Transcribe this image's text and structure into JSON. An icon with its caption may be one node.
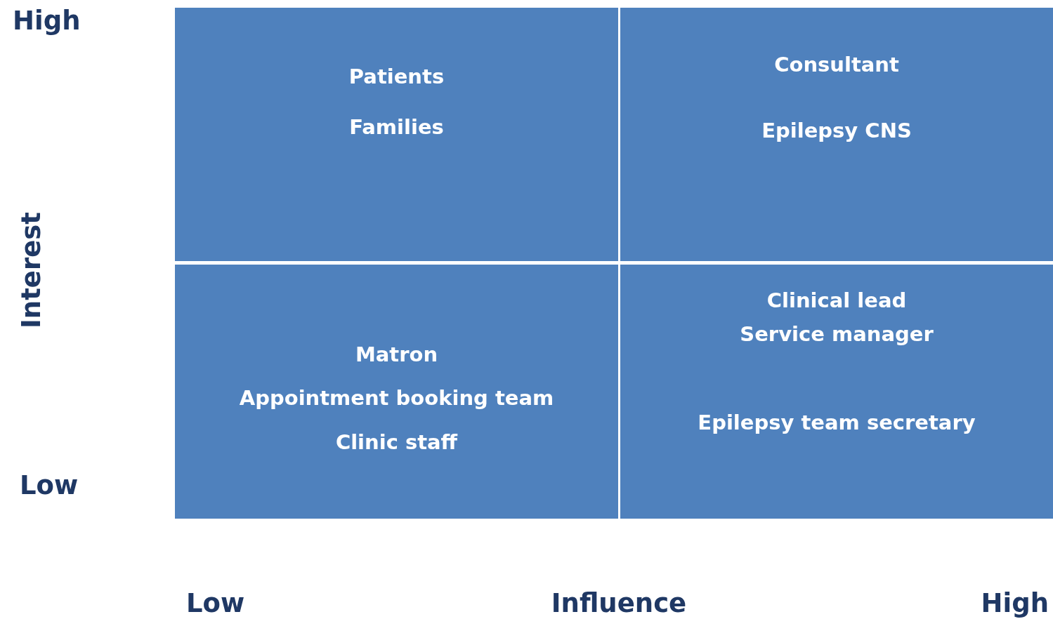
{
  "diagram": {
    "nodes": [
      {
        "text": [
          "Patients",
          "Families"
        ]
      },
      {
        "text": [
          "Consultant",
          "Epilepsy CNS"
        ]
      },
      {
        "text": [
          "Matron",
          "Appointment booking team",
          "Clinic staff"
        ]
      },
      {
        "text": [
          "Clinical lead",
          "Service manager",
          "Epilepsy team secretary"
        ]
      }
    ],
    "labels": [
      "High",
      "Interest",
      "Low",
      "Low",
      "Influence",
      "High"
    ]
  }
}
